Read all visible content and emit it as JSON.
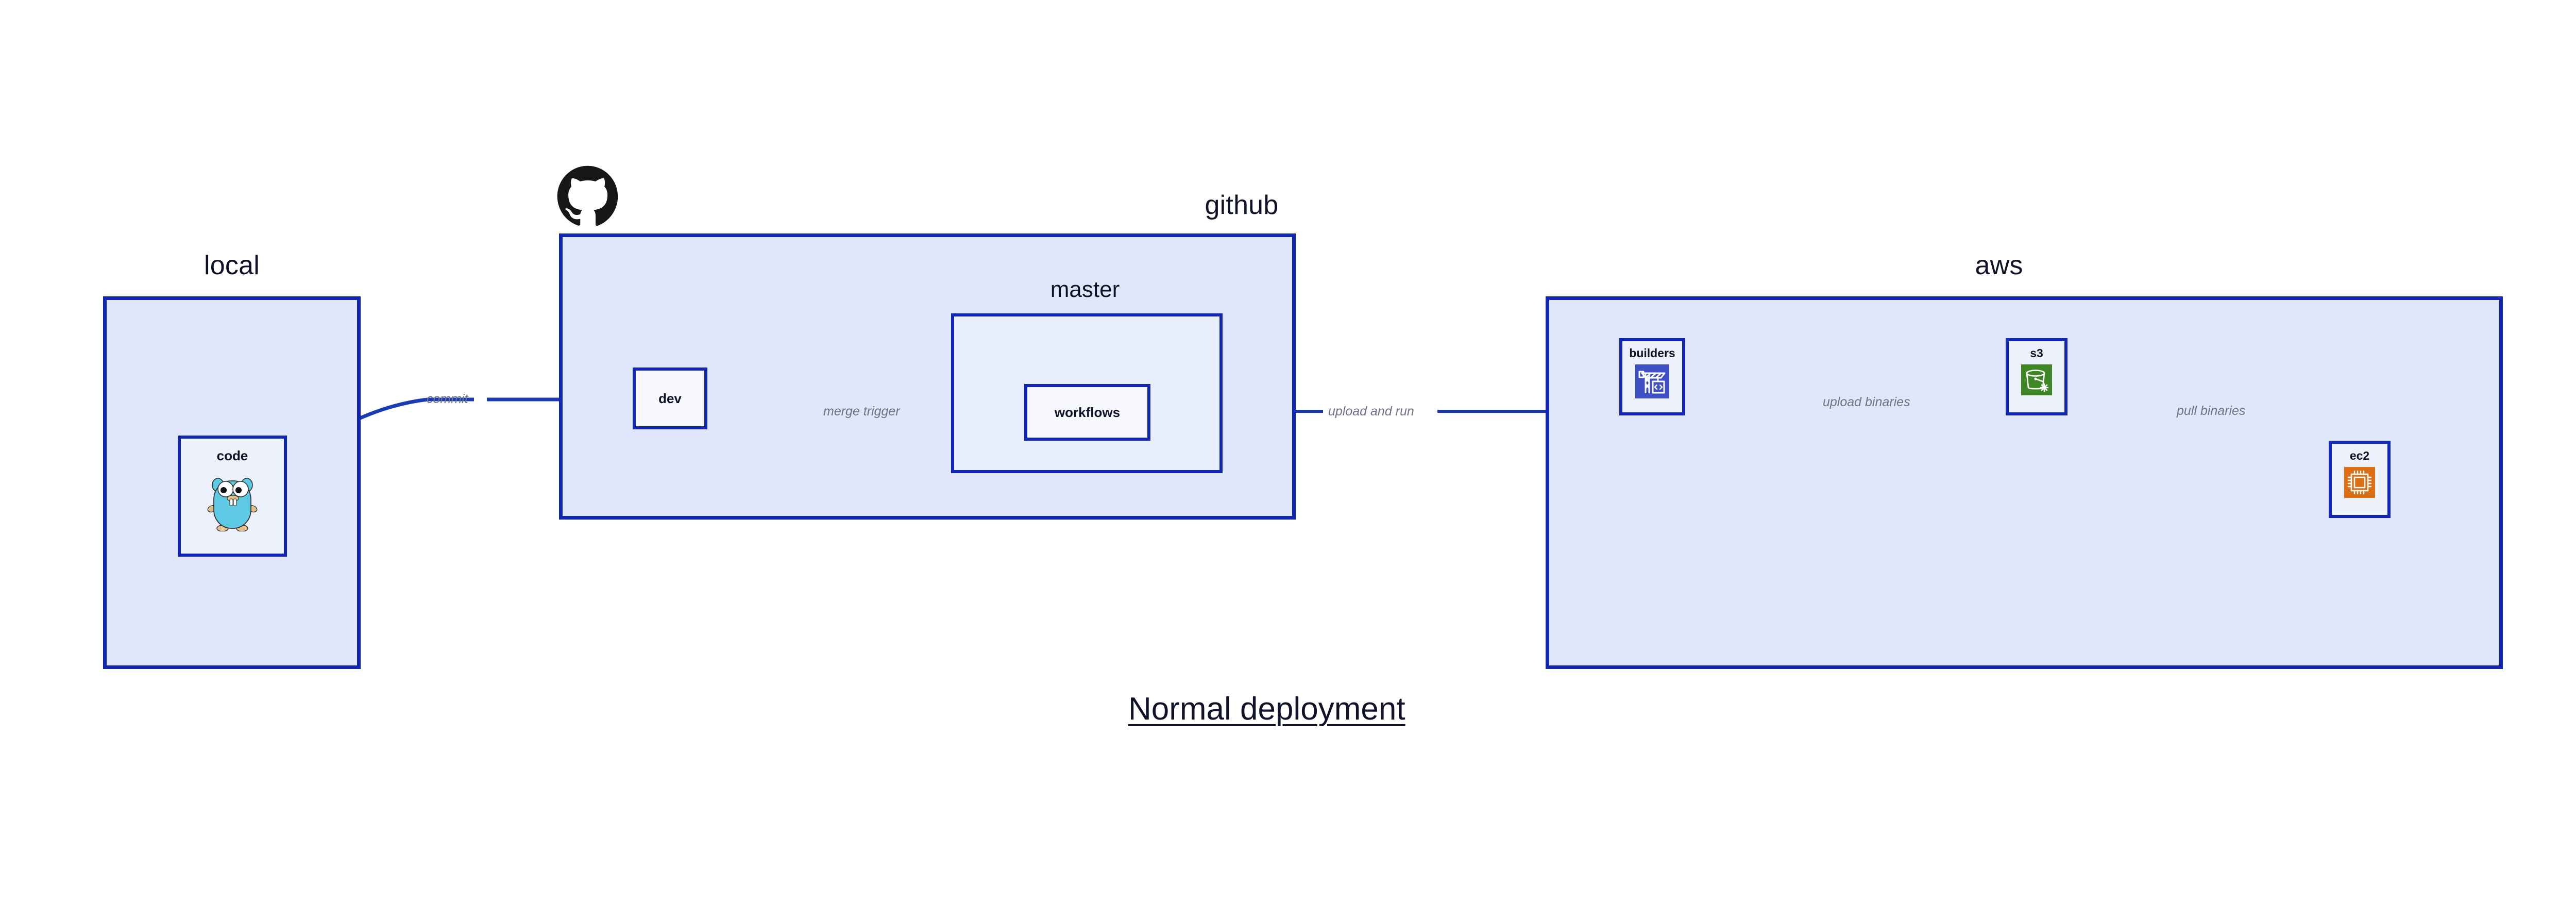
{
  "diagram": {
    "caption": "Normal deployment",
    "background": "#ffffff",
    "accent_border": "#1226b4",
    "group_fill": "#e0e7fb",
    "node_fill": "#edf1fc",
    "label_color": "#101328",
    "edge_label_color": "#6f7489"
  },
  "groups": [
    {
      "id": "local",
      "label": "local",
      "nodes": [
        {
          "id": "code",
          "label": "code",
          "icon": "go-gopher-icon"
        }
      ]
    },
    {
      "id": "github",
      "label": "github",
      "logo": "github-octocat-icon",
      "nodes": [
        {
          "id": "dev",
          "label": "dev",
          "icon": "none"
        }
      ],
      "subgroups": [
        {
          "id": "master",
          "label": "master",
          "nodes": [
            {
              "id": "workflows",
              "label": "workflows",
              "icon": "none"
            }
          ]
        }
      ]
    },
    {
      "id": "aws",
      "label": "aws",
      "nodes": [
        {
          "id": "builders",
          "label": "builders",
          "icon": "aws-codebuild-crane-icon",
          "icon_color": "#3f4fc4"
        },
        {
          "id": "s3",
          "label": "s3",
          "icon": "aws-s3-bucket-icon",
          "icon_color": "#3f8624"
        },
        {
          "id": "ec2",
          "label": "ec2",
          "icon": "aws-ec2-chip-icon",
          "icon_color": "#dd7015"
        }
      ]
    }
  ],
  "edges": [
    {
      "id": "commit",
      "label": "commit",
      "from": "code",
      "to": "dev"
    },
    {
      "id": "merge-trigger",
      "label": "merge trigger",
      "from": "dev",
      "to": "workflows"
    },
    {
      "id": "upload-and-run",
      "label": "upload and run",
      "from": "workflows",
      "to": "builders"
    },
    {
      "id": "upload-binaries",
      "label": "upload binaries",
      "from": "builders",
      "to": "s3"
    },
    {
      "id": "pull-binaries",
      "label": "pull binaries",
      "from": "s3",
      "to": "ec2"
    }
  ]
}
